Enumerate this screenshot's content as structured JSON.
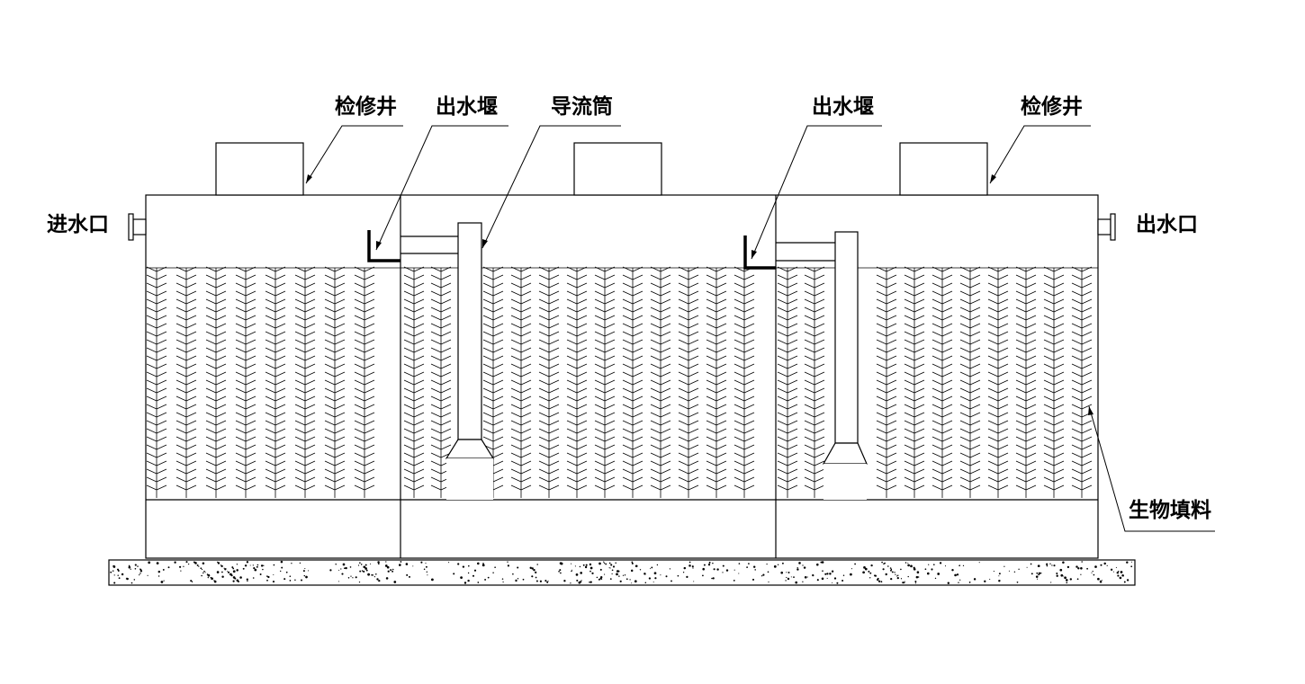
{
  "labels": {
    "manhole_left": "检修井",
    "weir_left": "出水堰",
    "draft_tube": "导流筒",
    "weir_right": "出水堰",
    "manhole_right": "检修井",
    "inlet": "进水口",
    "outlet": "出水口",
    "bio_media": "生物填料"
  }
}
